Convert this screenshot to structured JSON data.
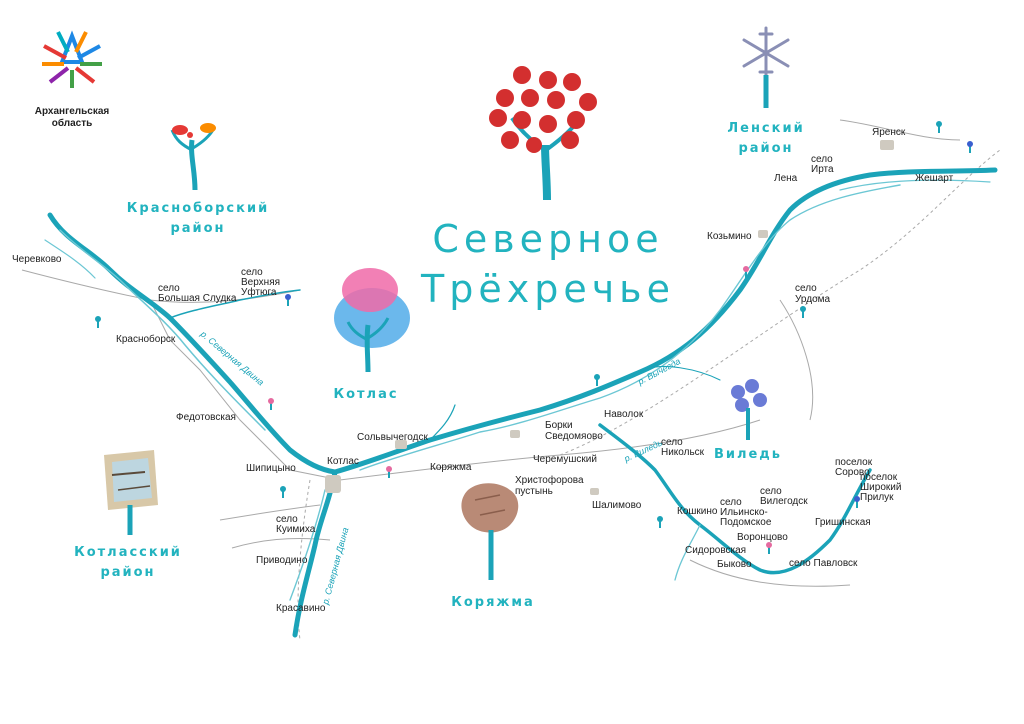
{
  "logo": {
    "line1": "Архангельская",
    "line2": "область",
    "colors": [
      "#e53935",
      "#1e88e5",
      "#43a047",
      "#fb8c00",
      "#8e24aa",
      "#00acc1"
    ]
  },
  "title": {
    "line1": "Северное",
    "line2": "Трёхречье"
  },
  "districts": {
    "krasnoborsky": {
      "line1": "Красноборский",
      "line2": "район"
    },
    "kotlas": "Котлас",
    "kotlassky": {
      "line1": "Котласский",
      "line2": "район"
    },
    "koryazhma": "Коряжма",
    "lensky": {
      "line1": "Ленский",
      "line2": "район"
    },
    "viled": "Виледь"
  },
  "rivers": {
    "sev_dvina_upper": "р. Северная Двина",
    "sev_dvina_lower": "р. Северная Двина",
    "vychegda": "р. Вычегда",
    "viled": "р. Виледь"
  },
  "places": {
    "cherevkovo": "Черевково",
    "b_sludka1": "село",
    "b_sludka2": "Большая Слудка",
    "v_uftyuga1": "село",
    "v_uftyuga2": "Верхняя",
    "v_uftyuga3": "Уфтюга",
    "krasnoborsk": "Красноборск",
    "fedotovskaya": "Федотовская",
    "shipitsyno": "Шипицыно",
    "kotlas_town": "Котлас",
    "solvychegodsk": "Сольвычегодск",
    "koryazhma_town": "Коряжма",
    "kuimikha1": "село",
    "kuimikha2": "Куимиха",
    "privodino": "Приводино",
    "krasavino": "Красавино",
    "borki": "Борки",
    "svedomyovo": "Сведомяово",
    "navolok": "Наволок",
    "cheremushsky": "Черемушский",
    "khristoforova1": "Христофорова",
    "khristoforova2": "пустынь",
    "shalimovo": "Шалимово",
    "nikolsk1": "село",
    "nikolsk2": "Никольск",
    "koshkino": "Кошкино",
    "ilinsko1": "село",
    "ilinsko2": "Ильинско-",
    "ilinsko3": "Подомское",
    "vilegodsk1": "село",
    "vilegodsk2": "Вилегодск",
    "vorontsovo": "Воронцово",
    "sidorovskaya": "Сидоровская",
    "bykovo": "Быково",
    "pavlovsk": "село Павловск",
    "grishinskaya": "Гришинская",
    "sorovo1": "поселок",
    "sorovo2": "Сорово",
    "prilyk1": "поселок",
    "prilyk2": "Широкий",
    "prilyk3": "Прилук",
    "kozmino": "Козьмино",
    "urdoma1": "село",
    "urdoma2": "Урдома",
    "lena": "Лена",
    "irta1": "село",
    "irta2": "Ирта",
    "yarensk": "Яренск",
    "zheshart": "Жешарт"
  },
  "colors": {
    "river": "#1ba3b8",
    "river_dark": "#0d8ea3",
    "title": "#22b3bf",
    "road": "#9a9a9a",
    "settlement": "#cfcac0"
  }
}
